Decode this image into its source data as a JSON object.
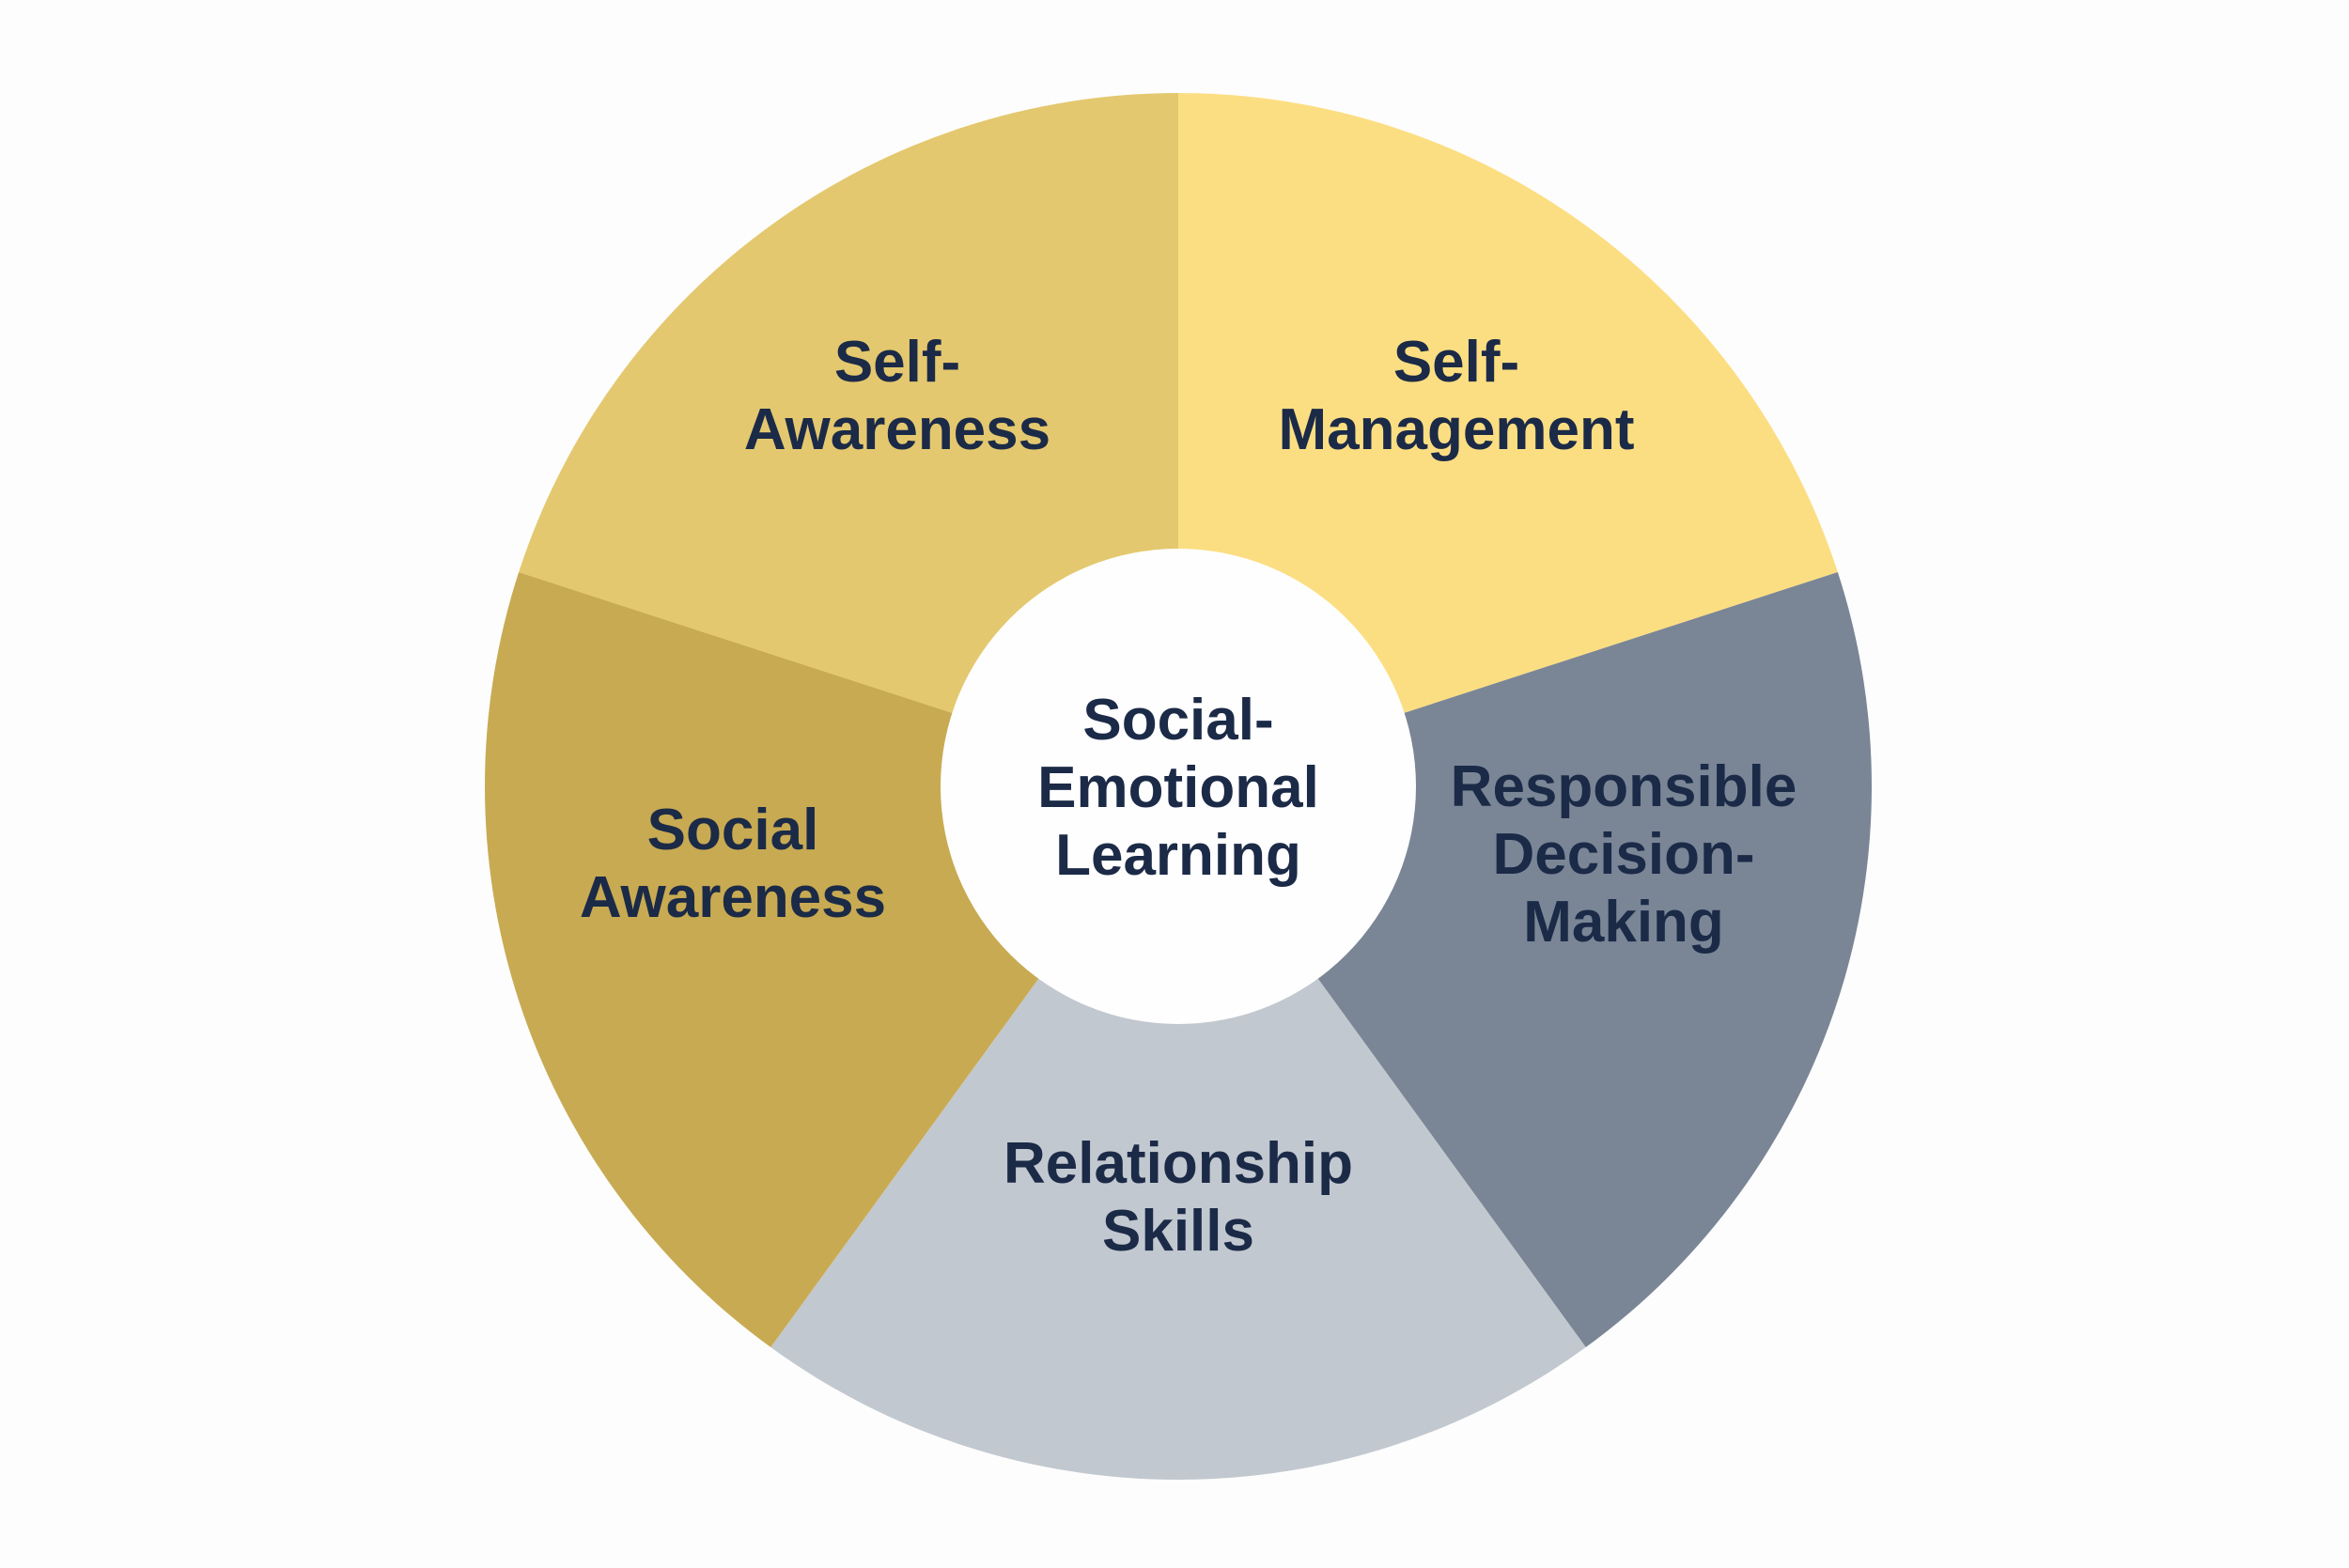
{
  "diagram": {
    "center": {
      "lines": [
        "Social-",
        "Emotional",
        "Learning"
      ],
      "fill": "#fefefe"
    },
    "segments": [
      {
        "id": "self-management",
        "lines": [
          "Self-",
          "Management"
        ],
        "fill": "#fcde82"
      },
      {
        "id": "responsible-decision-making",
        "lines": [
          "Responsible",
          "Decision-",
          "Making"
        ],
        "fill": "#7a8696"
      },
      {
        "id": "relationship-skills",
        "lines": [
          "Relationship",
          "Skills"
        ],
        "fill": "#c2c8cf"
      },
      {
        "id": "social-awareness",
        "lines": [
          "Social",
          "Awareness"
        ],
        "fill": "#c8aa52"
      },
      {
        "id": "self-awareness",
        "lines": [
          "Self-",
          "Awareness"
        ],
        "fill": "#e4c86f"
      }
    ],
    "text_color": "#1b2a47",
    "background": "#fdfdfd"
  }
}
